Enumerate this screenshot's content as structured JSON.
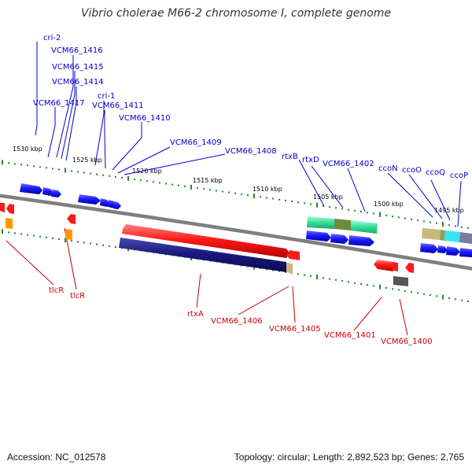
{
  "title": "Vibrio cholerae M66-2 chromosome I, complete genome",
  "accession": "Accession: NC_012578",
  "summary": "Topology: circular; Length: 2,892,523 bp; Genes: 2,765",
  "colors": {
    "backbone": "#7f7f7f",
    "tick": "#228b22",
    "blue_gene": "#1a1aff",
    "red_gene": "#ff1a1a",
    "navy": "#1a1a80",
    "teal": "#33dd99",
    "olive": "#7a8a40",
    "tan": "#c8b87a",
    "cyan": "#33e6f0",
    "orange": "#ff9900",
    "gray_box": "#555555",
    "label_blue": "#0000cc",
    "label_red": "#cc0000"
  },
  "ticks": [
    "1530 kbp",
    "1525 kbp",
    "1520 kbp",
    "1515 kbp",
    "1510 kbp",
    "1505 kbp",
    "1500 kbp",
    "1495 kbp"
  ],
  "labels_top": [
    "cri-2",
    "VCM66_1416",
    "VCM66_1415",
    "VCM66_1414",
    "VCM66_1417",
    "cri-1",
    "VCM66_1411",
    "VCM66_1410",
    "VCM66_1409",
    "VCM66_1408",
    "rtxB",
    "rtxD",
    "VCM66_1402",
    "ccoN",
    "ccoO",
    "ccoQ",
    "ccoP"
  ],
  "labels_bottom": [
    "tlcR",
    "tlcR",
    "rtxA",
    "VCM66_1406",
    "VCM66_1405",
    "VCM66_1401",
    "VCM66_1400"
  ]
}
